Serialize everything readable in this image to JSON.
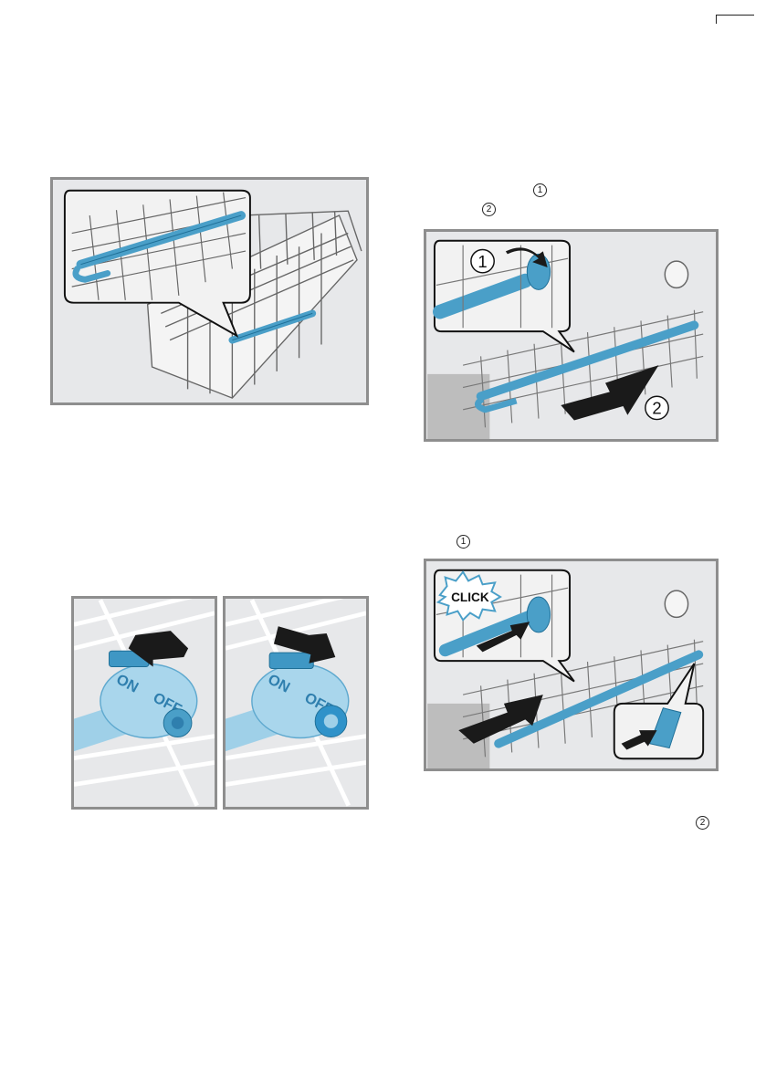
{
  "markers": {
    "step1_a": "1",
    "step2_a": "2",
    "step1_b": "1",
    "step2_b": "2"
  },
  "figure_texts": {
    "callout_1": "1",
    "callout_2": "2",
    "click_label": "CLICK",
    "switch_on": "ON",
    "switch_off": "OFF"
  },
  "colors": {
    "frame_border": "#8e8e8e",
    "frame_bg": "#e7e8ea",
    "accent_blue": "#4a9fc8",
    "accent_blue_dark": "#1f6f97",
    "arrow_dark": "#1a1a1a"
  }
}
